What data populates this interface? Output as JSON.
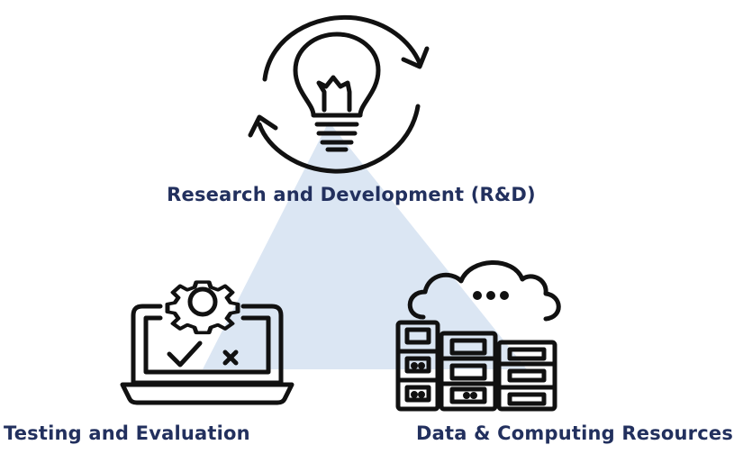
{
  "nodes": {
    "top": {
      "label": "Research and Development (R&D)",
      "icon": "lightbulb-cycle-icon"
    },
    "bottom_left": {
      "label": "Testing and Evaluation",
      "icon": "laptop-gear-check-icon"
    },
    "bottom_right": {
      "label": "Data & Computing Resources",
      "icon": "server-cloud-icon"
    }
  },
  "colors": {
    "text": "#22305e",
    "triangle": "#dbe6f3",
    "icon_stroke": "#111111"
  }
}
